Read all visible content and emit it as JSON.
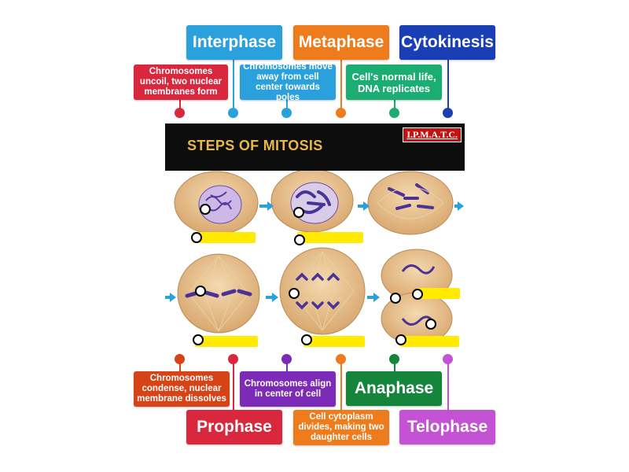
{
  "labels": {
    "interphase": "Interphase",
    "metaphase": "Metaphase",
    "cytokinesis": "Cytokinesis",
    "anaphase": "Anaphase",
    "prophase": "Prophase",
    "telophase": "Telophase",
    "uncoil": "Chromosomes uncoil, two nuclear membranes form",
    "move_away": "Chromosomes move away from cell center towards poles",
    "normal_life": "Cell's normal life, DNA replicates",
    "condense": "Chromosomes condense, nuclear membrane dissolves",
    "align": "Chromosomes align in center of cell",
    "cytoplasm": "Cell cytoplasm divides, making two daughter cells"
  },
  "banner": {
    "title": "STEPS OF MITOSIS",
    "badge": "I.P.M.A.T.C."
  },
  "colors": {
    "red": "#d9273d",
    "blue": "#2aa1dc",
    "orange": "#ee7b1c",
    "green": "#1cad72",
    "navy": "#1a3fb5",
    "dark_red": "#d64317",
    "purple": "#7b2bb8",
    "dark_green": "#16853c",
    "magenta": "#c353d4",
    "slot_yellow": "#ffea00",
    "banner_text": "#e8b64a"
  }
}
